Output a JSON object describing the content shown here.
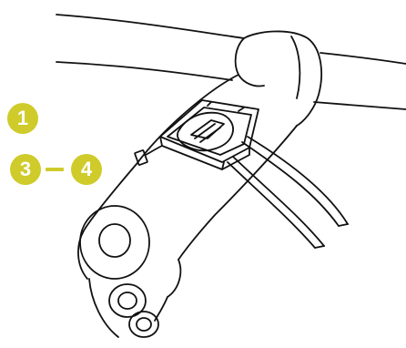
{
  "steps": {
    "first": {
      "label": "1"
    },
    "range": {
      "from": "3",
      "to": "4"
    }
  },
  "colors": {
    "badge": "#cfcb2a",
    "line": "#111111",
    "background": "#ffffff"
  },
  "icons": {
    "steps": "numbered-circle-badge",
    "device": "bike-computer-mount-illustration"
  }
}
